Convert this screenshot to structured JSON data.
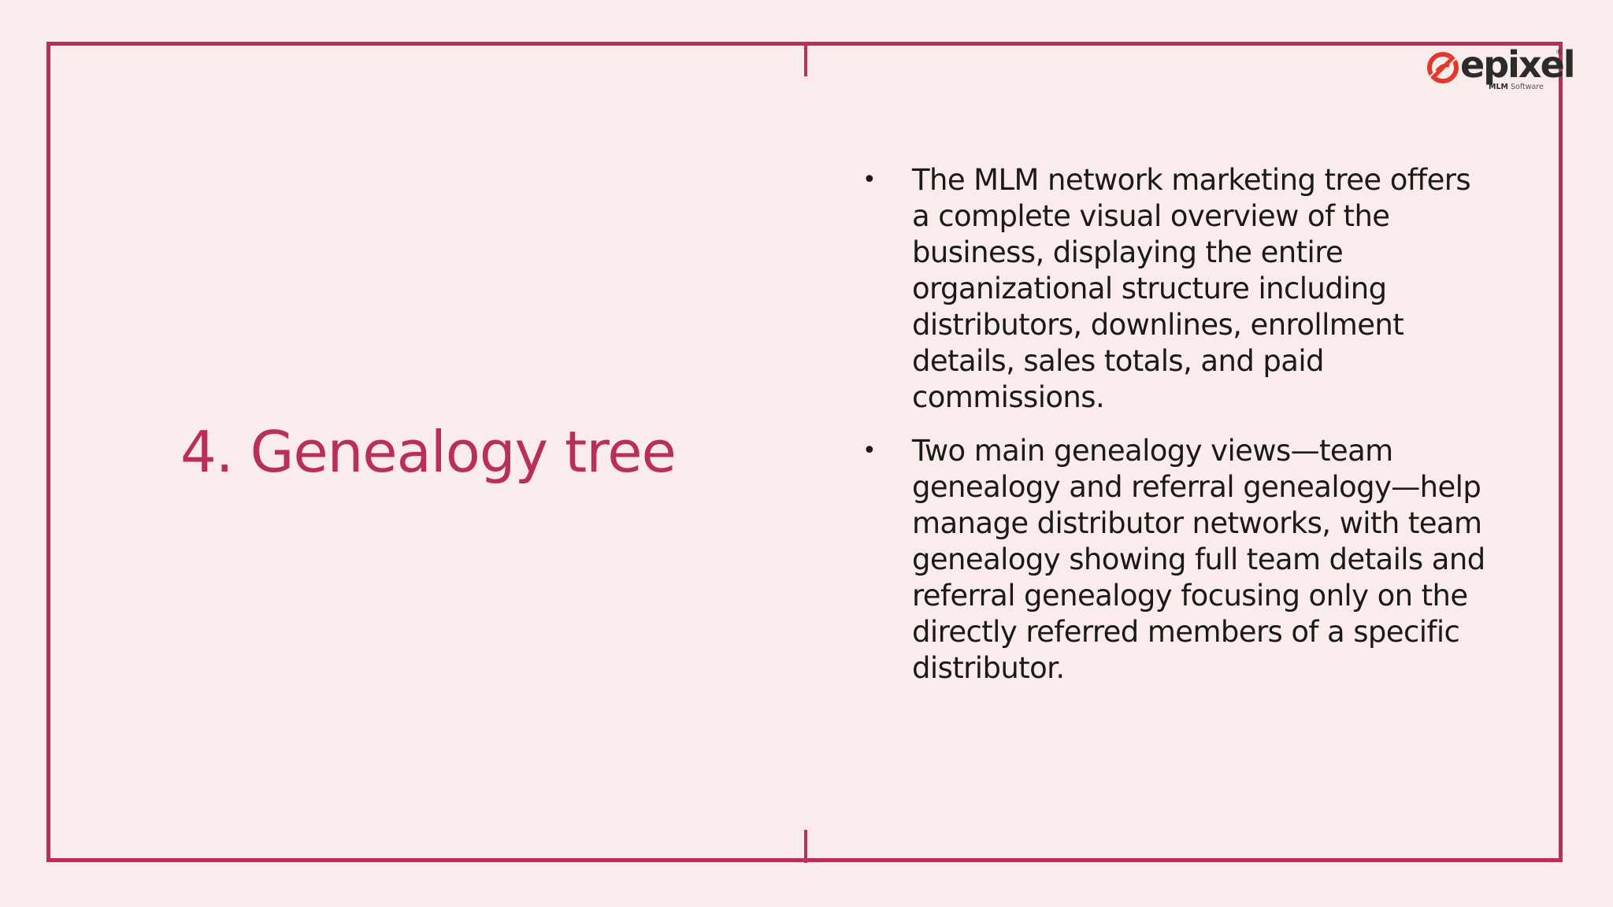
{
  "slide": {
    "title": "4. Genealogy tree",
    "bullets": [
      {
        "lines": [
          "The MLM network marketing tree offers",
          "a complete visual overview of the",
          "business, displaying the entire",
          "organizational structure including",
          "distributors, downlines, enrollment",
          "details, sales totals, and paid",
          "commissions."
        ]
      },
      {
        "lines": [
          "Two main genealogy views—team",
          "genealogy and referral genealogy—help",
          "manage distributor networks, with team",
          "genealogy showing full team details and",
          "referral genealogy focusing only on the",
          "directly referred members of a specific",
          "distributor."
        ]
      }
    ]
  },
  "logo": {
    "word": "epixel",
    "registered": "®",
    "sub_bold": "MLM",
    "sub_rest": "Software",
    "icon": "epixel-swirl-icon"
  },
  "colors": {
    "background": "#faecea",
    "accent": "#b83058",
    "logo_red": "#e03a2e",
    "text": "#1a1a1a"
  }
}
